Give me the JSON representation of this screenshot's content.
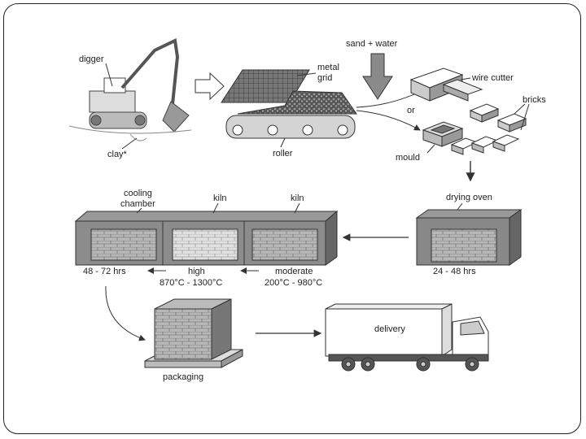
{
  "labels": {
    "digger": "digger",
    "clay": "clay*",
    "metal_grid_1": "metal",
    "metal_grid_2": "grid",
    "roller": "roller",
    "sand_water": "sand + water",
    "wire_cutter": "wire cutter",
    "or": "or",
    "bricks": "bricks",
    "mould": "mould",
    "drying_oven": "drying oven",
    "drying_time": "24 - 48 hrs",
    "cooling_1": "cooling",
    "cooling_2": "chamber",
    "kiln_a": "kiln",
    "kiln_b": "kiln",
    "cooling_time": "48 - 72 hrs",
    "high": "high",
    "high_temp": "870°C - 1300°C",
    "moderate": "moderate",
    "moderate_temp": "200°C - 980°C",
    "packaging": "packaging",
    "delivery": "delivery"
  }
}
